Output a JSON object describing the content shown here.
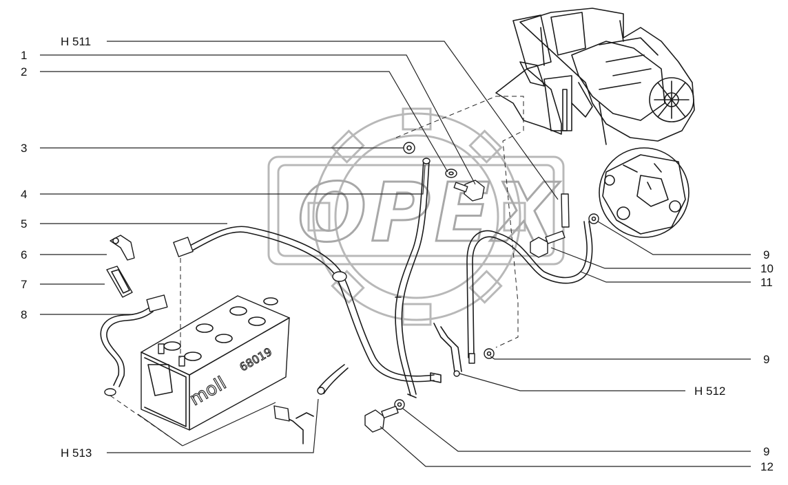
{
  "watermark": {
    "text": "OPEX"
  },
  "battery": {
    "brand": "moll",
    "model": "68019"
  },
  "callouts_left": [
    {
      "id": "h511",
      "label": "H 511"
    },
    {
      "id": "c1",
      "label": "1"
    },
    {
      "id": "c2",
      "label": "2"
    },
    {
      "id": "c3",
      "label": "3"
    },
    {
      "id": "c4",
      "label": "4"
    },
    {
      "id": "c5",
      "label": "5"
    },
    {
      "id": "c6",
      "label": "6"
    },
    {
      "id": "c7",
      "label": "7"
    },
    {
      "id": "c8",
      "label": "8"
    },
    {
      "id": "h513",
      "label": "H 513"
    }
  ],
  "callouts_right": [
    {
      "id": "r9a",
      "label": "9"
    },
    {
      "id": "r10",
      "label": "10"
    },
    {
      "id": "r11",
      "label": "11"
    },
    {
      "id": "r9b",
      "label": "9"
    },
    {
      "id": "h512",
      "label": "H 512"
    },
    {
      "id": "r9c",
      "label": "9"
    },
    {
      "id": "r12",
      "label": "12"
    }
  ]
}
